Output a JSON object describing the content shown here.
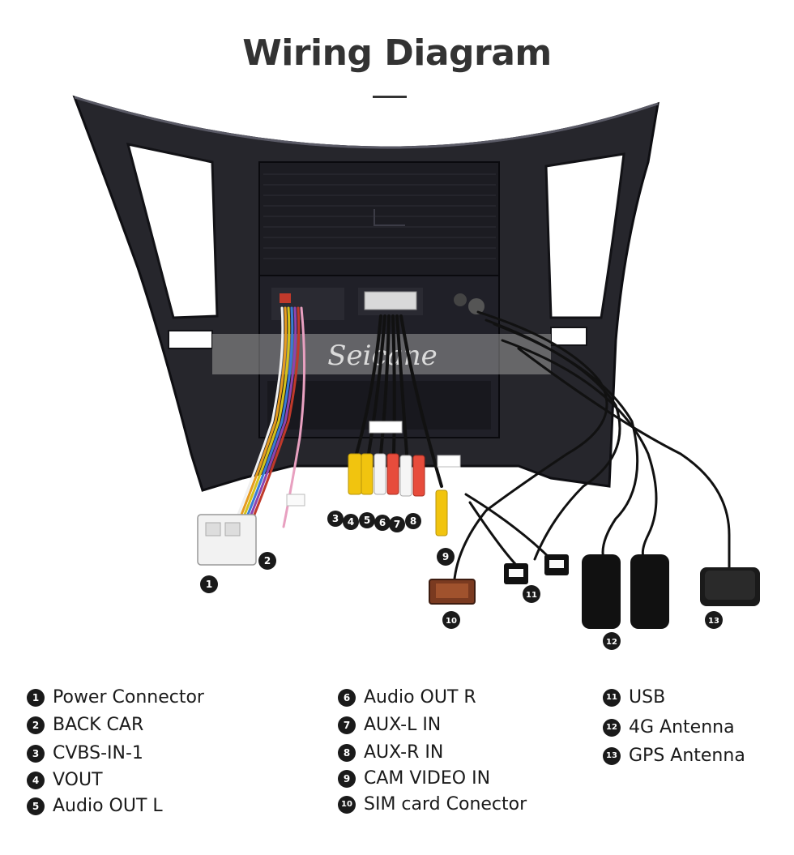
{
  "title": "Wiring Diagram",
  "watermark": "Seicane",
  "callouts": [
    "1",
    "2",
    "3",
    "4",
    "5",
    "6",
    "7",
    "8",
    "9",
    "10",
    "11",
    "12",
    "13"
  ],
  "legend": [
    {
      "num": "1",
      "label": "Power Connector"
    },
    {
      "num": "2",
      "label": "BACK CAR"
    },
    {
      "num": "3",
      "label": "CVBS-IN-1"
    },
    {
      "num": "4",
      "label": "VOUT"
    },
    {
      "num": "5",
      "label": "Audio OUT L"
    },
    {
      "num": "6",
      "label": "Audio OUT R"
    },
    {
      "num": "7",
      "label": "AUX-L IN"
    },
    {
      "num": "8",
      "label": "AUX-R IN"
    },
    {
      "num": "9",
      "label": "CAM VIDEO IN"
    },
    {
      "num": "10",
      "label": "SIM card Conector"
    },
    {
      "num": "11",
      "label": "USB"
    },
    {
      "num": "12",
      "label": "4G Antenna"
    },
    {
      "num": "13",
      "label": "GPS Antenna"
    }
  ]
}
